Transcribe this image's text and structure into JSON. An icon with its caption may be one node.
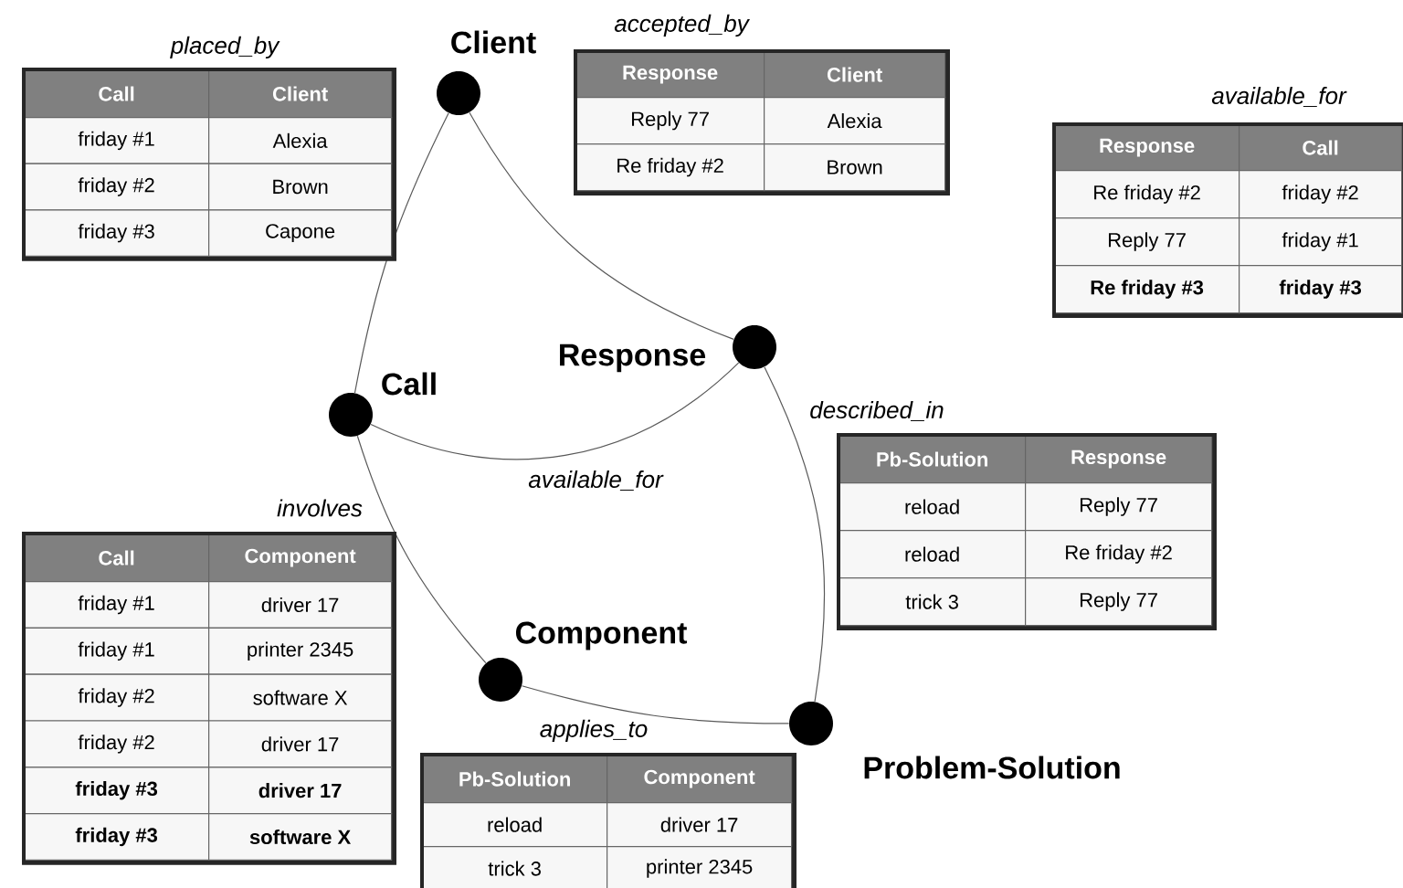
{
  "diagram": {
    "nodes": [
      {
        "text": [],
        "shape": "circle",
        "beside": [
          "Client"
        ]
      },
      {
        "text": [],
        "shape": "circle",
        "beside": [
          "Call"
        ]
      },
      {
        "text": [],
        "shape": "circle",
        "beside": [
          "Response"
        ]
      },
      {
        "text": [],
        "shape": "circle",
        "beside": [
          "Component"
        ]
      },
      {
        "text": [],
        "shape": "circle",
        "beside": [
          "Problem-Solution"
        ]
      },
      {
        "text": [
          "placed_by",
          "Call",
          "Client",
          "friday #1",
          "Alexia",
          "friday #2",
          "Brown",
          "friday #3",
          "Capone"
        ]
      },
      {
        "text": [
          "accepted_by",
          "Response",
          "Client",
          "Reply 77",
          "Alexia",
          "Re friday #2",
          "Brown"
        ]
      },
      {
        "text": [
          "available_for",
          "Response",
          "Call",
          "Re friday #2",
          "friday #2",
          "Reply 77",
          "friday #1",
          "Re friday #3",
          "friday #3"
        ]
      },
      {
        "text": [
          "involves",
          "Call",
          "Component",
          "friday #1",
          "driver 17",
          "friday #1",
          "printer 2345",
          "friday #2",
          "software X",
          "friday #2",
          "driver 17",
          "friday #3",
          "driver 17",
          "friday #3",
          "software X"
        ]
      },
      {
        "text": [
          "described_in",
          "Pb-Solution",
          "Response",
          "reload",
          "Reply 77",
          "reload",
          "Re friday #2",
          "trick 3",
          "Reply 77"
        ]
      },
      {
        "text": [
          "applies_to",
          "Pb-Solution",
          "Component",
          "reload",
          "driver 17",
          "trick 3",
          "printer 2345"
        ]
      }
    ],
    "edges": [
      {
        "from": 0,
        "to": 1,
        "arrow": "none"
      },
      {
        "from": 0,
        "to": 2,
        "arrow": "none"
      },
      {
        "from": 1,
        "to": 2,
        "arrow": "none",
        "label": "available_for"
      },
      {
        "from": 1,
        "to": 3,
        "arrow": "none"
      },
      {
        "from": 2,
        "to": 4,
        "arrow": "none"
      },
      {
        "from": 3,
        "to": 4,
        "arrow": "none"
      }
    ]
  }
}
